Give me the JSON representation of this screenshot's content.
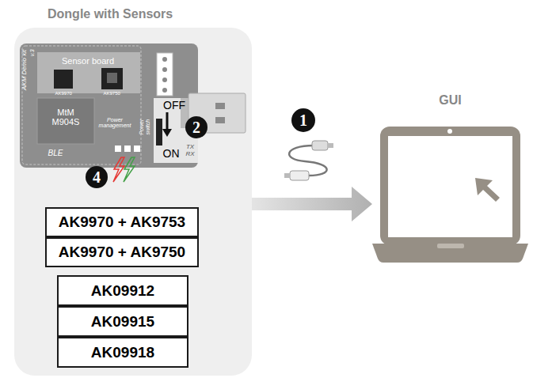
{
  "diagram": {
    "nodes": [
      {
        "text": [
          "Dongle with Sensors"
        ]
      },
      {
        "text": [
          "AK9970 + AK9753"
        ],
        "in": 0
      },
      {
        "text": [
          "AK9970 + AK9750"
        ],
        "in": 0
      },
      {
        "text": [
          "AK09912"
        ],
        "in": 0
      },
      {
        "text": [
          "AK09915"
        ],
        "in": 0
      },
      {
        "text": [
          "AK09918"
        ],
        "in": 0
      },
      {
        "text": [
          "GUI"
        ]
      }
    ],
    "edges": [
      {
        "from": 0,
        "to": 6,
        "arrow": "to"
      }
    ],
    "labels": [
      "AKM Demo kit",
      "v.3",
      "Sensor board",
      "AK9970",
      "AK9750",
      "MtM M904S",
      "Power management",
      "BLE",
      "Power switch",
      "OFF",
      "ON",
      "TX RX",
      "2",
      "4",
      "1"
    ]
  }
}
